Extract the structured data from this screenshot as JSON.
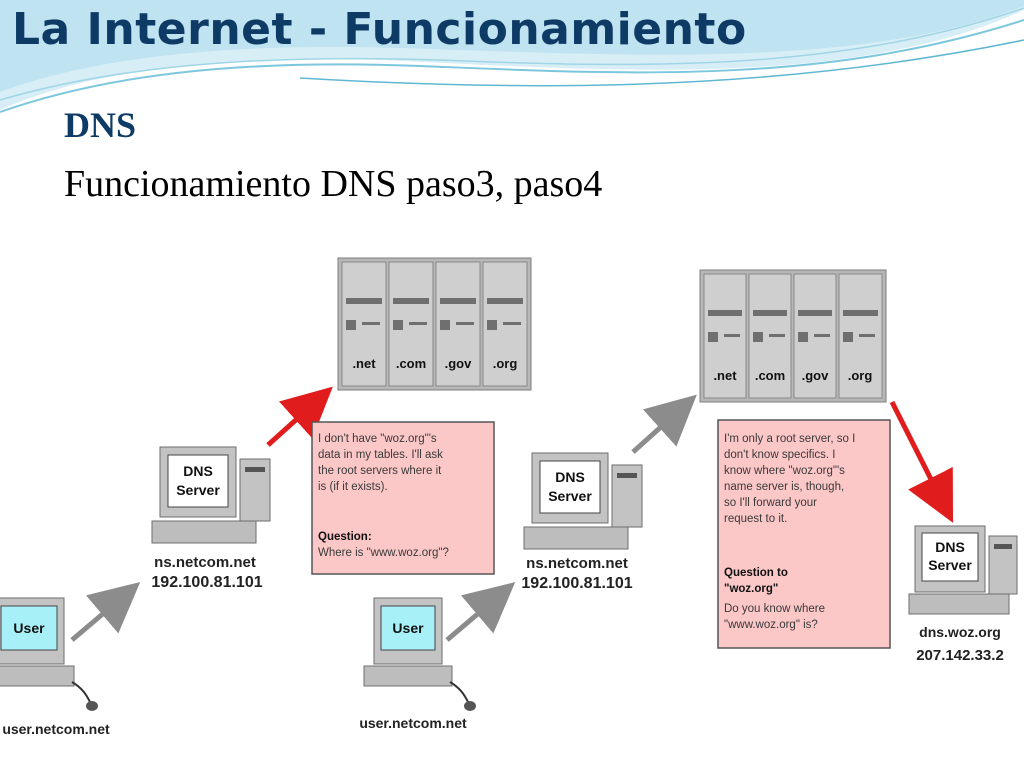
{
  "slide": {
    "title": "La Internet - Funcionamiento",
    "subtitle": "DNS",
    "subtext": "Funcionamiento DNS paso3, paso4"
  },
  "diagram": {
    "root_servers_left": {
      "labels": [
        ".net",
        ".com",
        ".gov",
        ".org"
      ]
    },
    "root_servers_right": {
      "labels": [
        ".net",
        ".com",
        ".gov",
        ".org"
      ]
    },
    "dns_server_left": {
      "screen": [
        "DNS",
        "Server"
      ],
      "host": "ns.netcom.net",
      "ip": "192.100.81.101"
    },
    "dns_server_middle": {
      "screen": [
        "DNS",
        "Server"
      ],
      "host": "ns.netcom.net",
      "ip": "192.100.81.101"
    },
    "dns_server_right": {
      "screen": [
        "DNS",
        "Server"
      ],
      "host": "dns.woz.org",
      "ip": "207.142.33.2"
    },
    "user_left": {
      "screen": "User",
      "host": "user.netcom.net"
    },
    "user_middle": {
      "screen": "User",
      "host": "user.netcom.net"
    },
    "note_left": {
      "lines": [
        "I don't have \"woz.org\"'s",
        "data in my tables.  I'll ask",
        "the root servers where it",
        "is (if it exists)."
      ],
      "question_label": "Question:",
      "question_text": "Where is \"www.woz.org\"?"
    },
    "note_right": {
      "lines": [
        "I'm only a root server, so I",
        "don't know specifics.  I",
        "know where \"woz.org\"'s",
        "name server is, though,",
        "so I'll forward your",
        "request to it."
      ],
      "question_label_lines": [
        "Question to",
        "\"woz.org\""
      ],
      "question_lines": [
        "Do you know where",
        "\"www.woz.org\" is?"
      ]
    },
    "colors": {
      "title": "#0e3b66",
      "arrow_red": "#e01c1c",
      "arrow_gray": "#8c8c8c",
      "note_fill": "#fbc7c7",
      "screen_cyan": "#a8f0f8"
    }
  }
}
